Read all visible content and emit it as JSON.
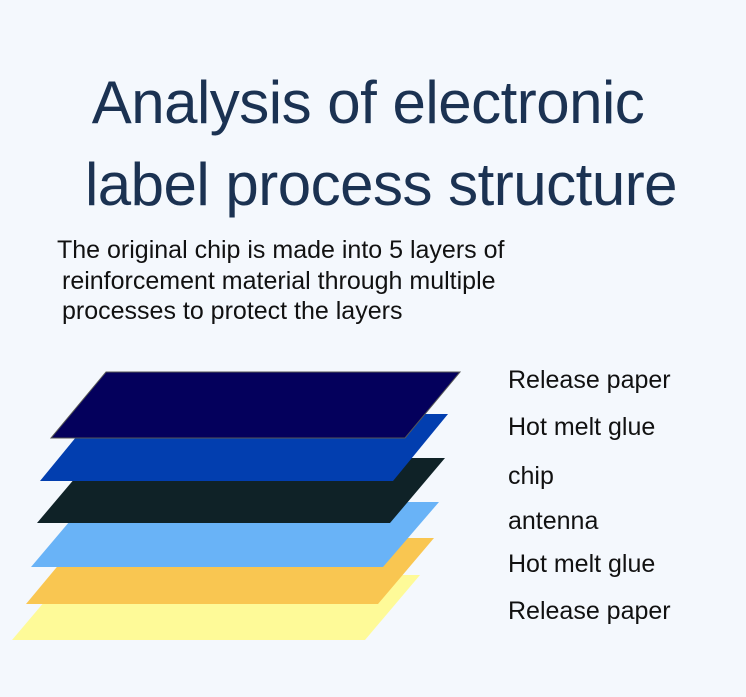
{
  "title": {
    "line1": "Analysis of electronic",
    "line2": "label process structure"
  },
  "subtitle": {
    "line1": "The original chip is made into 5 layers of",
    "line2": "reinforcement material through multiple",
    "line3": "processes to protect the layers"
  },
  "layers": [
    {
      "label": "Release paper",
      "color": "#04005c"
    },
    {
      "label": "Hot melt glue",
      "color": "#023eaf"
    },
    {
      "label": "chip",
      "color": "#0f2227"
    },
    {
      "label": "antenna",
      "color": "#69b3f7"
    },
    {
      "label": "Hot melt glue",
      "color": "#f9c651"
    },
    {
      "label": "Release paper",
      "color": "#fefa98"
    }
  ]
}
